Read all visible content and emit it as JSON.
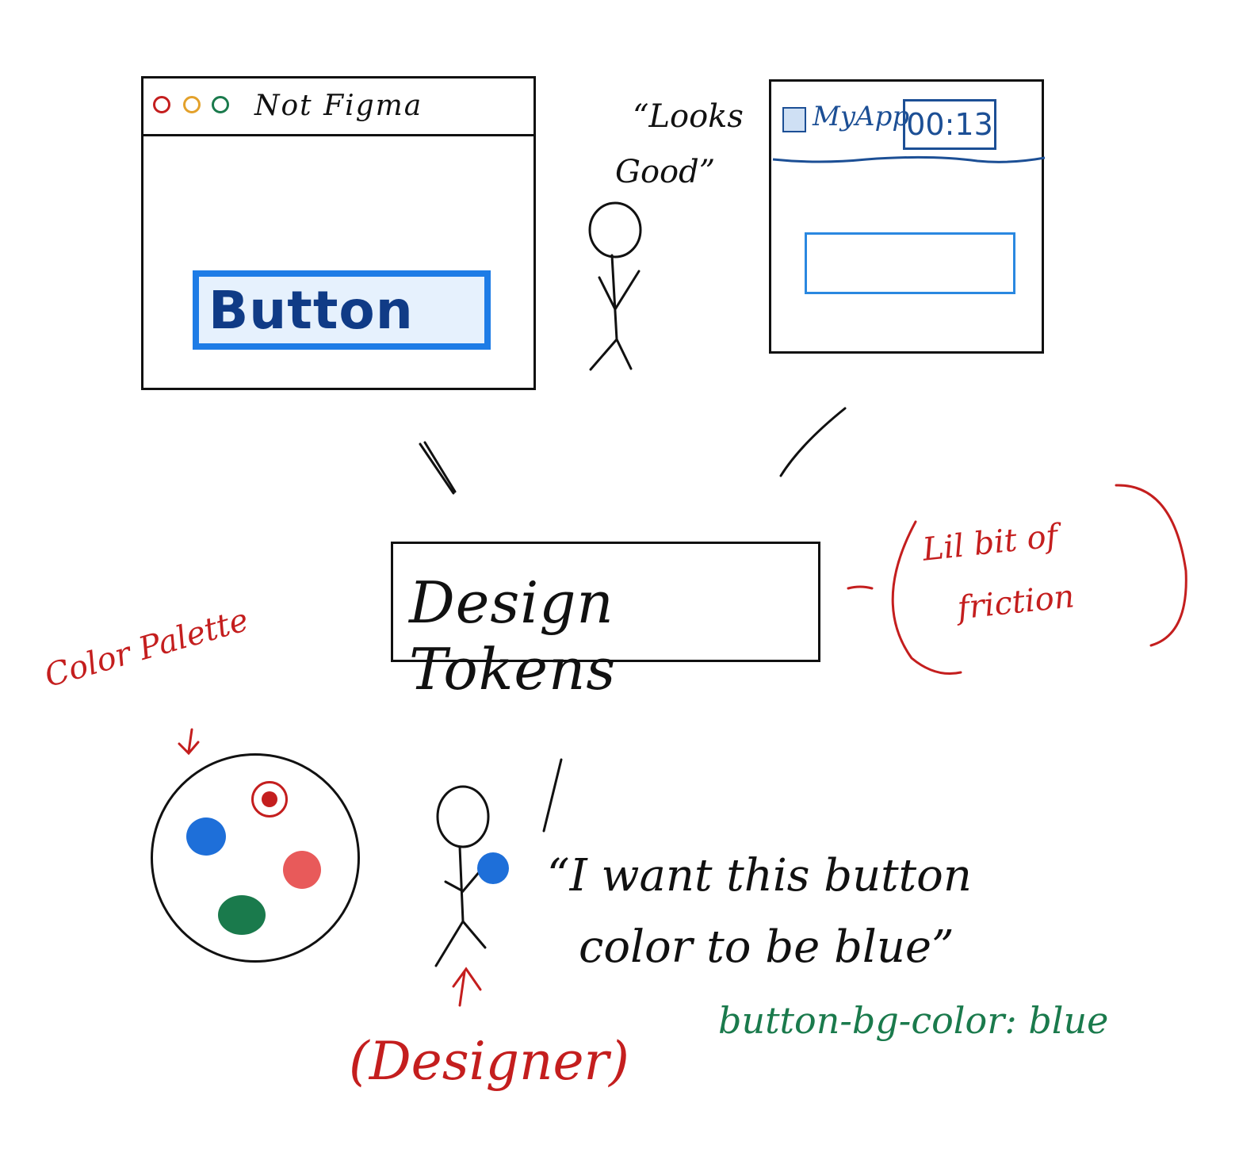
{
  "not_figma": {
    "title": "Not Figma",
    "button_label": "Button",
    "dot_colors": [
      "#c41e1e",
      "#e3a12b",
      "#1a7a4c"
    ]
  },
  "my_app": {
    "title": "MyApp",
    "timer": "00:13"
  },
  "observer_quote": {
    "line1": "“Looks",
    "line2": "Good”"
  },
  "design_tokens": {
    "label": "Design Tokens"
  },
  "friction_note": {
    "line1": "Lil bit of",
    "line2": "friction"
  },
  "palette": {
    "label": "Color Palette",
    "swatches": [
      {
        "name": "blue",
        "color": "#1e6fd9"
      },
      {
        "name": "red",
        "color": "#c41e1e"
      },
      {
        "name": "salmon",
        "color": "#e85a5a"
      },
      {
        "name": "green",
        "color": "#1a7a4c"
      }
    ]
  },
  "designer": {
    "label": "(Designer)",
    "quote_line1": "“I want this button",
    "quote_line2": "color to be blue”",
    "token_code": "button-bg-color: blue"
  }
}
